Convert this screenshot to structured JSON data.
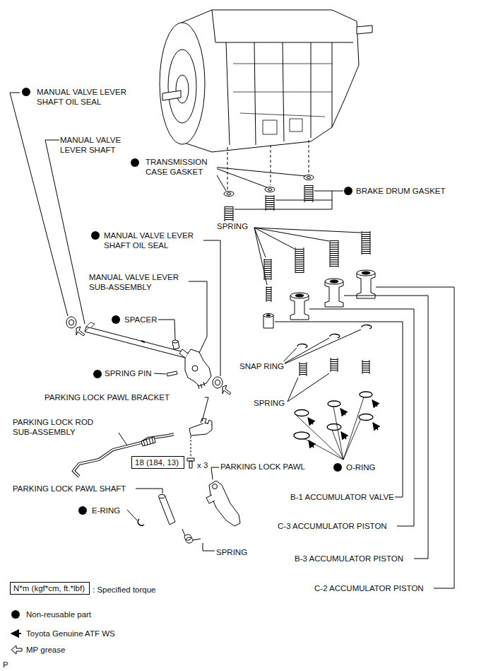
{
  "diagram": {
    "nodes": [
      {
        "text": [
          "18 (184, 13)"
        ]
      },
      {
        "text": [
          "N*m (kgf*cm, ft.*lbf)"
        ]
      }
    ],
    "labels": [
      "MANUAL VALVE LEVER SHAFT OIL SEAL",
      "MANUAL VALVE LEVER SHAFT",
      "TRANSMISSION CASE GASKET",
      "BRAKE DRUM GASKET",
      "SPRING",
      "MANUAL VALVE LEVER SHAFT OIL SEAL",
      "MANUAL VALVE LEVER SUB-ASSEMBLY",
      "SPACER",
      "SPRING PIN",
      "SNAP RING",
      "SPRING",
      "PARKING LOCK PAWL BRACKET",
      "PARKING LOCK ROD SUB-ASSEMBLY",
      "x 3",
      "PARKING LOCK PAWL",
      "O-RING",
      "PARKING LOCK PAWL SHAFT",
      "E-RING",
      "B-1 ACCUMULATOR VALVE",
      "C-3 ACCUMULATOR PISTON",
      "SPRING",
      "B-3 ACCUMULATOR PISTON",
      "C-2 ACCUMULATOR PISTON",
      "P"
    ],
    "legend": [
      {
        "text": ": Specified torque"
      },
      {
        "text": "Non-reusable part"
      },
      {
        "text": "Toyota Genuine ATF WS"
      },
      {
        "text": "MP grease"
      }
    ]
  }
}
